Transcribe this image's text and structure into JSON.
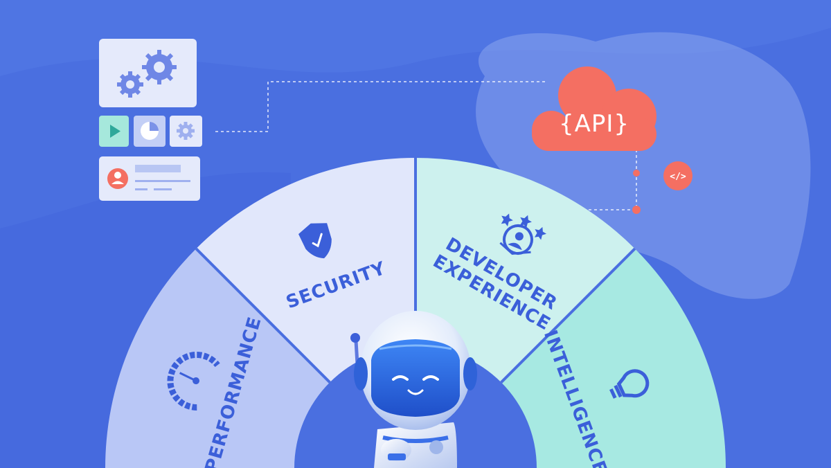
{
  "colors": {
    "background": "#4a6fe0",
    "accent_coral": "#f46f62",
    "segment_performance": "#b9c7f6",
    "segment_security": "#e1e7fb",
    "segment_developer_experience": "#cdf1ee",
    "segment_intelligence": "#a7e9e2",
    "label_color": "#3b5fd9"
  },
  "segments": {
    "performance": {
      "label": "PERFORMANCE",
      "icon": "gauge-icon"
    },
    "security": {
      "label": "SECURITY",
      "icon": "shield-check-icon"
    },
    "developer_experience": {
      "line1": "DEVELOPER",
      "line2": "EXPERIENCE",
      "icon": "developer-stars-icon"
    },
    "intelligence": {
      "label": "INTELLIGENCE",
      "icon": "lightbulb-icon"
    }
  },
  "api_cloud": {
    "label": "{API}",
    "icon": "cloud-icon"
  },
  "code_badge": {
    "label": "</>",
    "icon": "code-icon"
  },
  "ui_panel": {
    "icons": [
      "gears-icon",
      "play-icon",
      "pie-chart-icon",
      "gear-icon",
      "user-avatar-icon"
    ]
  },
  "mascot": {
    "name": "robot-mascot"
  }
}
